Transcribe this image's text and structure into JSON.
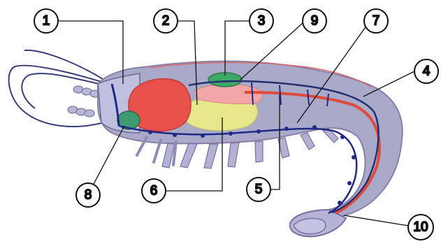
{
  "callouts": [
    {
      "id": "1",
      "label": "1"
    },
    {
      "id": "2",
      "label": "2"
    },
    {
      "id": "3",
      "label": "3"
    },
    {
      "id": "4",
      "label": "4"
    },
    {
      "id": "5",
      "label": "5"
    },
    {
      "id": "6",
      "label": "6"
    },
    {
      "id": "7",
      "label": "7"
    },
    {
      "id": "8",
      "label": "8"
    },
    {
      "id": "9",
      "label": "9"
    },
    {
      "id": "10",
      "label": "10"
    }
  ],
  "colors": {
    "body": "#a9a9c9",
    "body_outline": "#8a7fa8",
    "stomach": "#e8504a",
    "liver": "#e6e68a",
    "gonad": "#f0a0a0",
    "heart": "#3ea866",
    "green_gland": "#3e9a70",
    "nerve_cord": "#1f2a86",
    "artery": "#e04a3a",
    "antenna": "#3a3f7a"
  }
}
